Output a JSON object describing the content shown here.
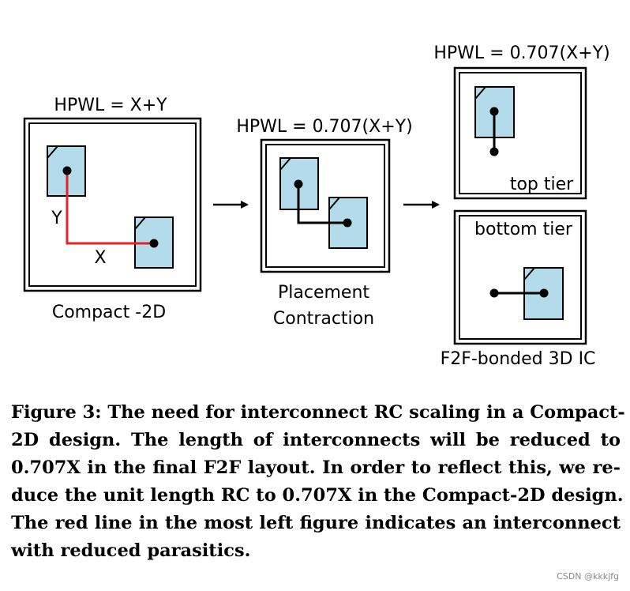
{
  "panels": {
    "compact": {
      "hpwl": "HPWL = X+Y",
      "x_label": "X",
      "y_label": "Y",
      "caption": "Compact -2D"
    },
    "placement": {
      "hpwl": "HPWL = 0.707(X+Y)",
      "caption_line1": "Placement",
      "caption_line2": "Contraction"
    },
    "f2f": {
      "hpwl": "HPWL = 0.707(X+Y)",
      "top_tier": "top tier",
      "bottom_tier": "bottom tier",
      "caption": "F2F-bonded 3D IC"
    }
  },
  "colors": {
    "cell_fill": "#b3dbea",
    "stroke": "#000000",
    "highlight_wire": "#e0252a"
  },
  "figure_caption": {
    "lines": [
      "Figure 3: The need for interconnect RC scaling in a Compact-",
      "2D design. The length of interconnects will be reduced to",
      "0.707X in the final F2F layout. In order to reflect this, we re-",
      "duce the unit length RC to 0.707X in the Compact-2D design.",
      "The red line in the most left figure indicates an interconnect",
      "with reduced parasitics."
    ]
  },
  "watermark": "CSDN @kkkjfg"
}
